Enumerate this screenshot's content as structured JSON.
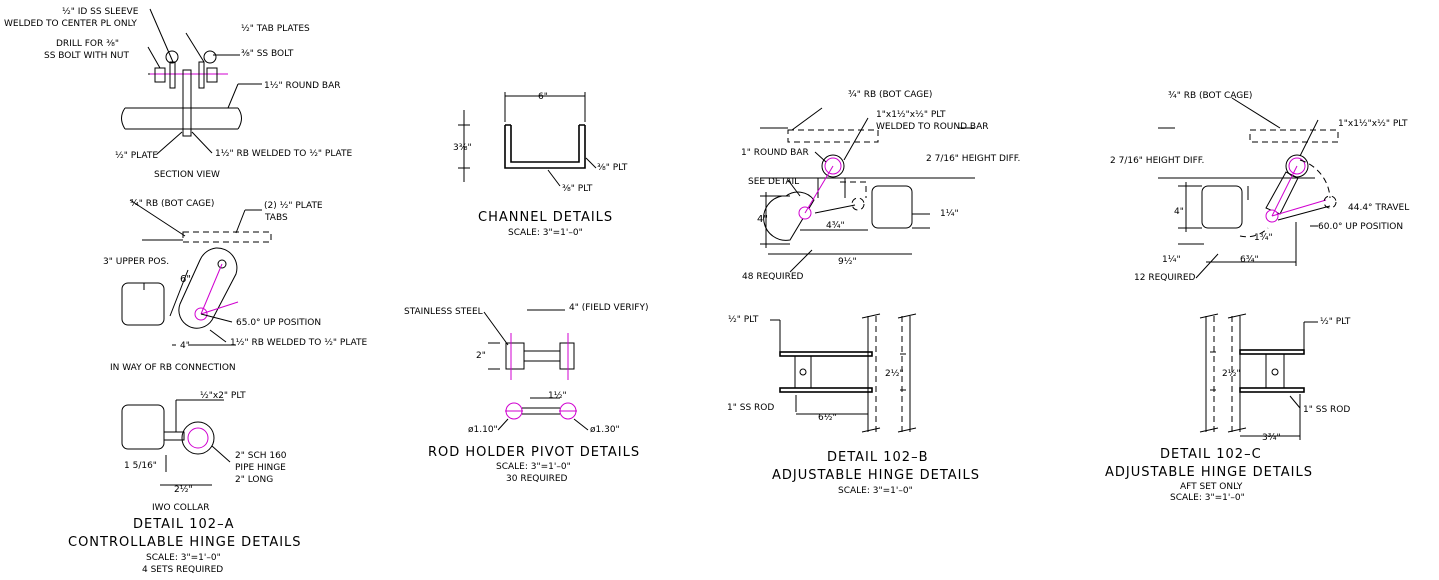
{
  "detail_a": {
    "sleeve_note_1": "½\" ID SS SLEEVE",
    "sleeve_note_2": "WELDED TO CENTER PL ONLY",
    "drill_note_1": "DRILL FOR ⅜\"",
    "drill_note_2": "SS BOLT WITH NUT",
    "tab_plates": "½\" TAB PLATES",
    "ss_bolt": "⅜\" SS BOLT",
    "round_bar": "1½\" ROUND BAR",
    "plate": "½\" PLATE",
    "rb_welded_plate": "1½\" RB WELDED TO ½\" PLATE",
    "section_view": "SECTION VIEW",
    "rb_bot_cage": "¾\" RB (BOT CAGE)",
    "plate_tabs_1": "(2) ½\" PLATE",
    "plate_tabs_2": "TABS",
    "upper_pos": "3\" UPPER POS.",
    "dim_6": "6\"",
    "up_position": "65.0° UP POSITION",
    "dim_4": "4\"",
    "rb_welded_plate_2": "1½\" RB WELDED TO ½\" PLATE",
    "in_way": "IN WAY OF RB CONNECTION",
    "plt": "½\"x2\" PLT",
    "sch_1": "2\" SCH 160",
    "sch_2": "PIPE HINGE",
    "sch_3": "2\" LONG",
    "dim_1_5_16": "1 5/16\"",
    "dim_2_half": "2½\"",
    "iwo_collar": "IWO COLLAR",
    "title": "DETAIL 102–A",
    "subtitle": "CONTROLLABLE HINGE DETAILS",
    "scale": "SCALE: 3\"=1'–0\"",
    "sets": "4 SETS REQUIRED"
  },
  "channel": {
    "dim_6": "6\"",
    "dim_3_3_8": "3⅜\"",
    "plt_right": "⅜\" PLT",
    "plt_bottom": "⅜\" PLT",
    "title": "CHANNEL DETAILS",
    "scale": "SCALE: 3\"=1'–0\""
  },
  "rod_holder": {
    "stainless": "STAINLESS STEEL",
    "field_verify": "4\" (FIELD VERIFY)",
    "dim_2": "2\"",
    "dim_1_half": "1½\"",
    "dia_110": "ø1.10\"",
    "dia_130": "ø1.30\"",
    "title": "ROD HOLDER PIVOT DETAILS",
    "scale": "SCALE: 3\"=1'–0\"",
    "required": "30 REQUIRED"
  },
  "detail_b": {
    "rb_bot_cage": "¾\" RB (BOT CAGE)",
    "plt_note_1": "1\"x1½\"x½\" PLT",
    "plt_note_2": "WELDED TO ROUND BAR",
    "round_bar": "1\" ROUND BAR",
    "height_diff": "2 7/16\" HEIGHT DIFF.",
    "see_detail": "SEE DETAIL",
    "dim_4": "4\"",
    "dim_4_3_4": "4¾\"",
    "dim_1_1_4": "1¼\"",
    "required": "48 REQUIRED",
    "dim_9_half": "9½\"",
    "plt": "½\" PLT",
    "ss_rod": "1\" SS ROD",
    "dim_6_half": "6½\"",
    "dim_2_half": "2½\"",
    "title": "DETAIL 102–B",
    "subtitle": "ADJUSTABLE HINGE DETAILS",
    "scale": "SCALE: 3\"=1'–0\""
  },
  "detail_c": {
    "rb_bot_cage": "¾\" RB (BOT CAGE)",
    "plt_note": "1\"x1½\"x½\" PLT",
    "height_diff": "2 7/16\" HEIGHT DIFF.",
    "travel": "44.4° TRAVEL",
    "up_position": "60.0° UP POSITION",
    "dim_4": "4\"",
    "dim_1_1_4": "1¼\"",
    "dim_1_3_4": "1¾\"",
    "dim_6_3_4": "6¾\"",
    "required": "12 REQUIRED",
    "plt": "½\" PLT",
    "dim_2_half": "2½\"",
    "ss_rod": "1\" SS ROD",
    "dim_3_3_4": "3¾\"",
    "title": "DETAIL 102–C",
    "subtitle": "ADJUSTABLE HINGE DETAILS",
    "aft_set": "AFT SET ONLY",
    "scale": "SCALE: 3\"=1'–0\""
  },
  "colors": {
    "line": "#000000",
    "accent": "#d000d0",
    "background": "#ffffff"
  }
}
